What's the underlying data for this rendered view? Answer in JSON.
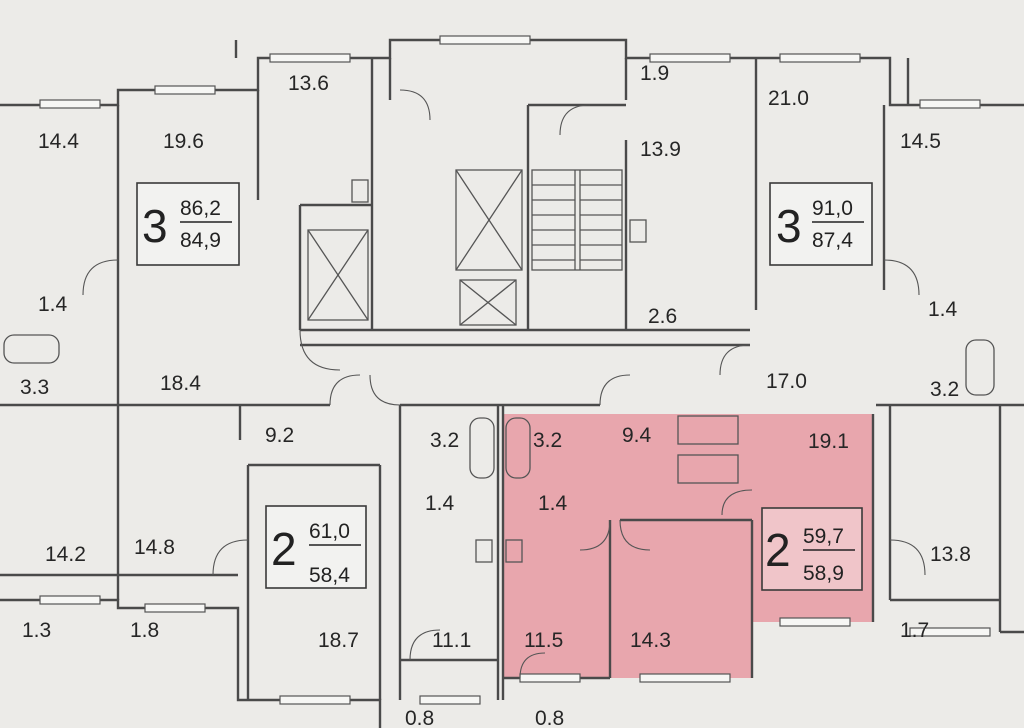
{
  "colors": {
    "paper": "#ecebe8",
    "wall": "#4a4a4a",
    "highlight": "#e79aa2"
  },
  "apartments": [
    {
      "id": "apt-left-3room",
      "rooms": "3",
      "area_top": "86,2",
      "area_bottom": "84,9"
    },
    {
      "id": "apt-right-3room",
      "rooms": "3",
      "area_top": "91,0",
      "area_bottom": "87,4"
    },
    {
      "id": "apt-center-2room",
      "rooms": "2",
      "area_top": "61,0",
      "area_bottom": "58,4"
    },
    {
      "id": "apt-highlighted-2room",
      "rooms": "2",
      "area_top": "59,7",
      "area_bottom": "58,9",
      "highlighted": true
    }
  ],
  "room_areas": {
    "r_13_6": "13.6",
    "r_1_9": "1.9",
    "r_21_0": "21.0",
    "r_14_4": "14.4",
    "r_19_6": "19.6",
    "r_13_9": "13.9",
    "r_14_5": "14.5",
    "r_1_4_left": "1.4",
    "r_2_6": "2.6",
    "r_1_4_right": "1.4",
    "r_3_3": "3.3",
    "r_18_4": "18.4",
    "r_17_0": "17.0",
    "r_3_2_right": "3.2",
    "r_9_2": "9.2",
    "r_3_2_center": "3.2",
    "r_3_2_pink": "3.2",
    "r_9_4": "9.4",
    "r_19_1": "19.1",
    "r_1_4_center": "1.4",
    "r_1_4_pink": "1.4",
    "r_14_2": "14.2",
    "r_14_8": "14.8",
    "r_13_8": "13.8",
    "r_1_3": "1.3",
    "r_1_8": "1.8",
    "r_1_7": "1.7",
    "r_18_7": "18.7",
    "r_11_1": "11.1",
    "r_11_5": "11.5",
    "r_14_3": "14.3",
    "r_0_8_left": "0.8",
    "r_0_8_right": "0.8"
  }
}
